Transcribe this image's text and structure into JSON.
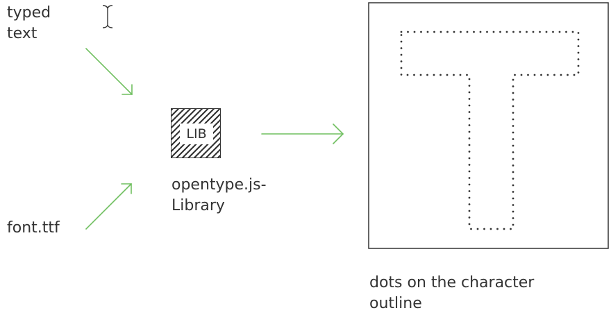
{
  "diagram": {
    "inputs": {
      "typed_text": "typed\ntext",
      "font_file": "font.ttf"
    },
    "library": {
      "badge": "LIB",
      "name": "opentype.js-\nLibrary"
    },
    "output": {
      "caption": "dots on the character\noutline"
    },
    "icons": {
      "text_cursor": "i-beam-cursor-icon",
      "library": "hatched-library-box-icon"
    },
    "colors": {
      "arrow": "#6fbf5f",
      "text": "#333333",
      "outline": "#333333"
    }
  }
}
